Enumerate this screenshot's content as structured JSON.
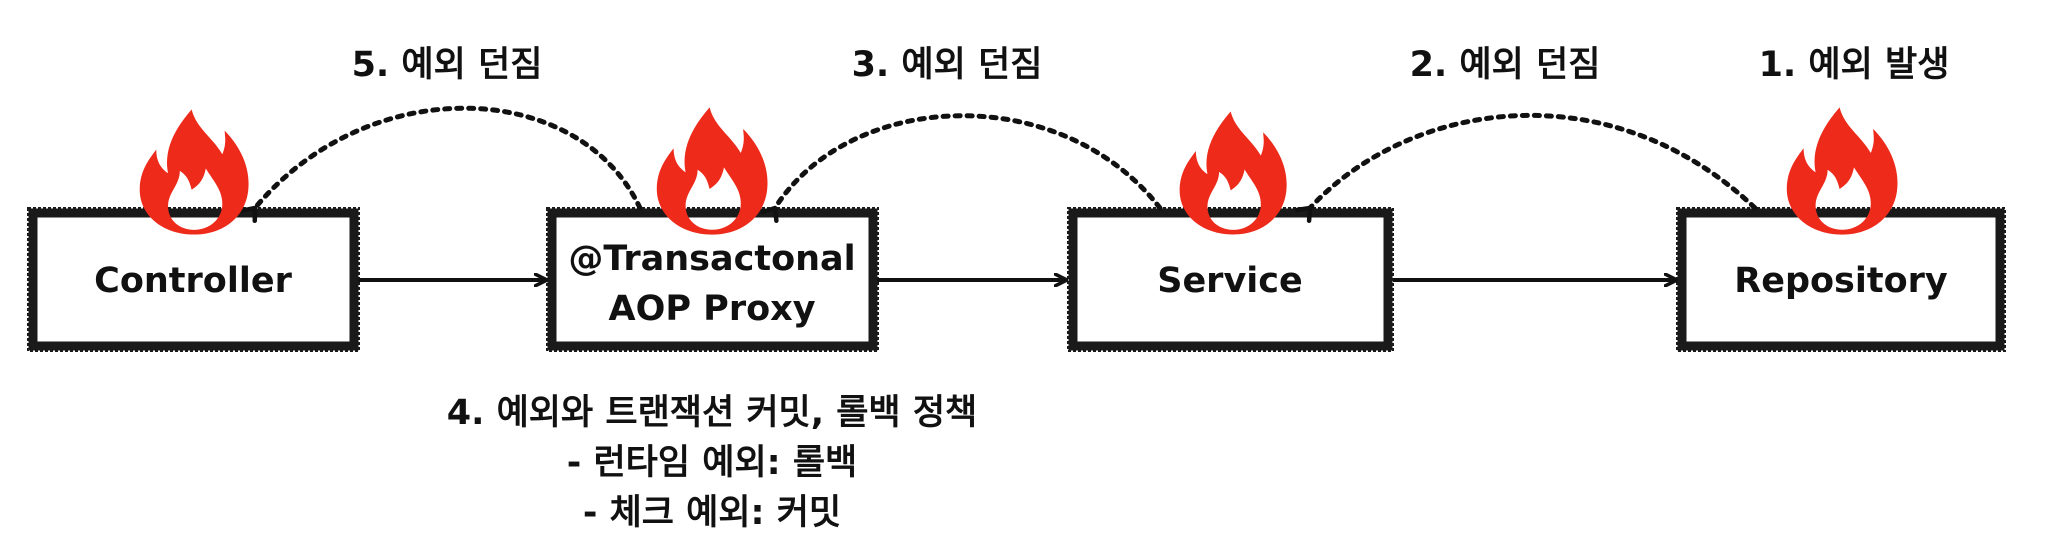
{
  "colors": {
    "flame": "#ee2a1a",
    "line": "#111111",
    "box_fill": "#ffffff"
  },
  "nodes": {
    "controller": {
      "label": "Controller"
    },
    "proxy": {
      "line1": "@Transactonal",
      "line2": "AOP Proxy"
    },
    "service": {
      "label": "Service"
    },
    "repository": {
      "label": "Repository"
    }
  },
  "steps": {
    "step1": "1. 예외 발생",
    "step2": "2. 예외 던짐",
    "step3": "3. 예외 던짐",
    "step5": "5. 예외 던짐"
  },
  "note": {
    "line1": "4. 예외와 트랜잭션 커밋, 롤백 정책",
    "line2": "- 런타임 예외: 롤백",
    "line3": "- 체크 예외: 커밋"
  },
  "icons": {
    "flame": "flame-icon",
    "arrow": "arrow-right-icon"
  }
}
